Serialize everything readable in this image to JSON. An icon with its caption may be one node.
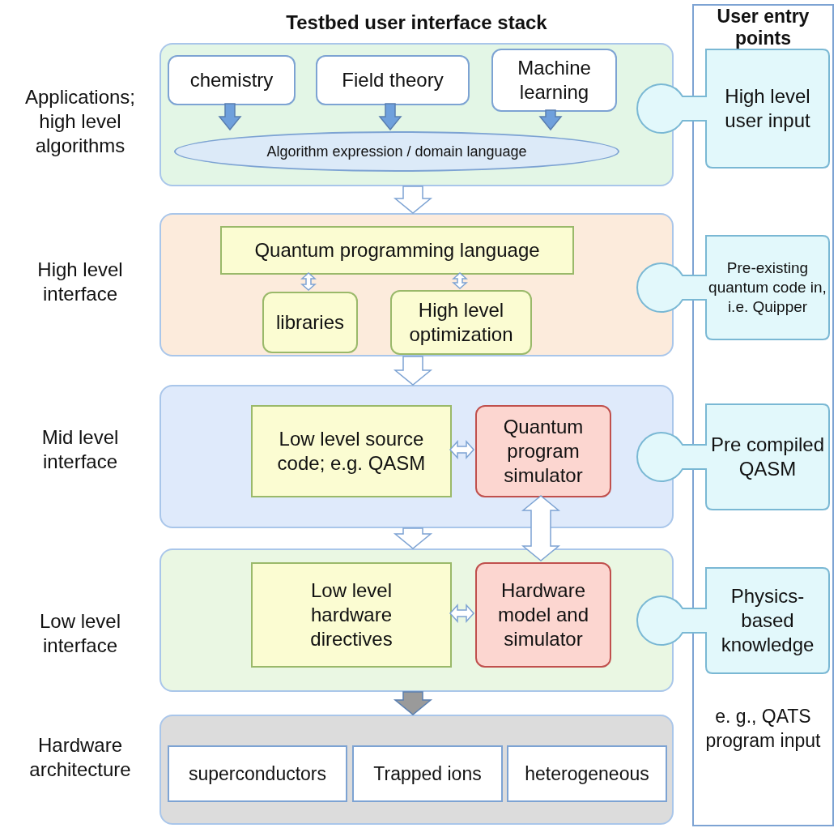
{
  "diagram": {
    "title": "Testbed user interface stack",
    "nodes": [
      {
        "text": [],
        "shape": "box",
        "beside": [
          "Applications; high level algorithms"
        ]
      },
      {
        "text": [
          "chemistry"
        ],
        "in": 0
      },
      {
        "text": [
          "Field theory"
        ],
        "in": 0
      },
      {
        "text": [
          "Machine learning"
        ],
        "in": 0
      },
      {
        "text": [
          "Algorithm expression / domain language"
        ],
        "in": 0
      },
      {
        "text": [],
        "shape": "box",
        "beside": [
          "High level interface"
        ]
      },
      {
        "text": [
          "Quantum programming language"
        ],
        "in": 5
      },
      {
        "text": [
          "libraries"
        ],
        "in": 5
      },
      {
        "text": [
          "High level optimization"
        ],
        "in": 5
      },
      {
        "text": [],
        "shape": "box",
        "beside": [
          "Mid level interface"
        ]
      },
      {
        "text": [
          "Low level source code; e.g. QASM"
        ],
        "in": 9
      },
      {
        "text": [
          "Quantum program simulator"
        ],
        "in": 9
      },
      {
        "text": [],
        "shape": "box",
        "beside": [
          "Low level interface"
        ]
      },
      {
        "text": [
          "Low level hardware directives"
        ],
        "in": 12
      },
      {
        "text": [
          "Hardware model and simulator"
        ],
        "in": 12
      },
      {
        "text": [],
        "shape": "box",
        "beside": [
          "Hardware architecture"
        ]
      },
      {
        "text": [
          "superconductors"
        ],
        "in": 15
      },
      {
        "text": [
          "Trapped ions"
        ],
        "in": 15
      },
      {
        "text": [
          "heterogeneous"
        ],
        "in": 15
      },
      {
        "text": [
          "User entry points",
          "e. g., QATS program input"
        ]
      },
      {
        "text": [
          "High level user input"
        ]
      },
      {
        "text": [
          "Pre-existing quantum code in, i.e. Quipper"
        ]
      },
      {
        "text": [
          "Pre compiled QASM"
        ]
      },
      {
        "text": [
          "Physics-based knowledge"
        ]
      }
    ],
    "edges": [
      {
        "from": 1,
        "to": 4,
        "arrow": "to",
        "color": "#6fa0dc"
      },
      {
        "from": 2,
        "to": 4,
        "arrow": "to",
        "color": "#6fa0dc"
      },
      {
        "from": 3,
        "to": 4,
        "arrow": "to",
        "color": "#6fa0dc"
      },
      {
        "from": 0,
        "to": 5,
        "arrow": "to"
      },
      {
        "from": 6,
        "to": 7,
        "arrow": "both"
      },
      {
        "from": 6,
        "to": 8,
        "arrow": "both"
      },
      {
        "from": 5,
        "to": 9,
        "arrow": "to"
      },
      {
        "from": 10,
        "to": 11,
        "arrow": "both"
      },
      {
        "from": 9,
        "to": 12,
        "arrow": "to"
      },
      {
        "from": 11,
        "to": 14,
        "arrow": "both"
      },
      {
        "from": 13,
        "to": 14,
        "arrow": "both"
      },
      {
        "from": 12,
        "to": 15,
        "arrow": "to",
        "color": "#9a9a9a"
      }
    ]
  }
}
